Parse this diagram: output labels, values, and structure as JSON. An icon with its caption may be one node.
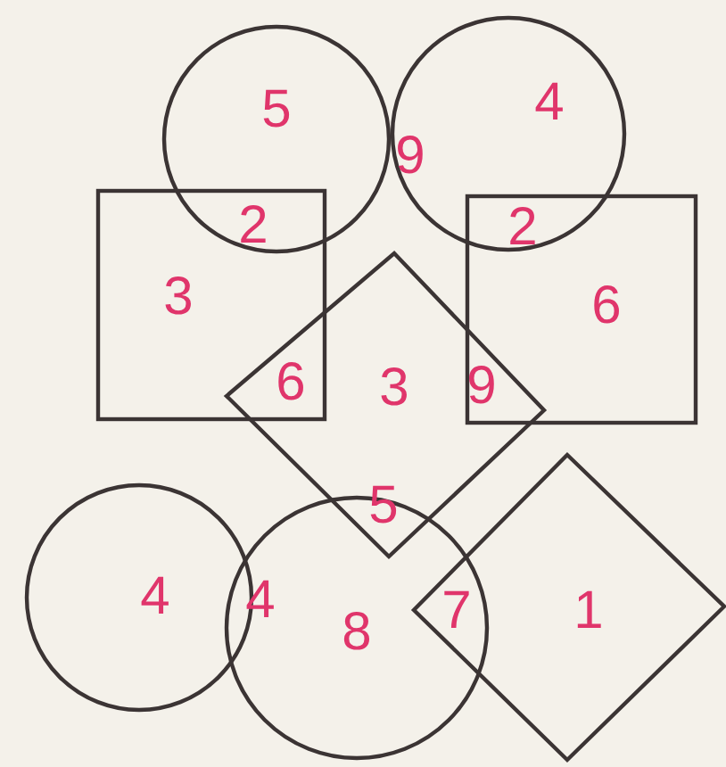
{
  "diagram": {
    "labels": [
      "5",
      "9",
      "4",
      "2",
      "2",
      "3",
      "6",
      "6",
      "3",
      "9",
      "5",
      "4",
      "4",
      "8",
      "7",
      "1"
    ]
  }
}
